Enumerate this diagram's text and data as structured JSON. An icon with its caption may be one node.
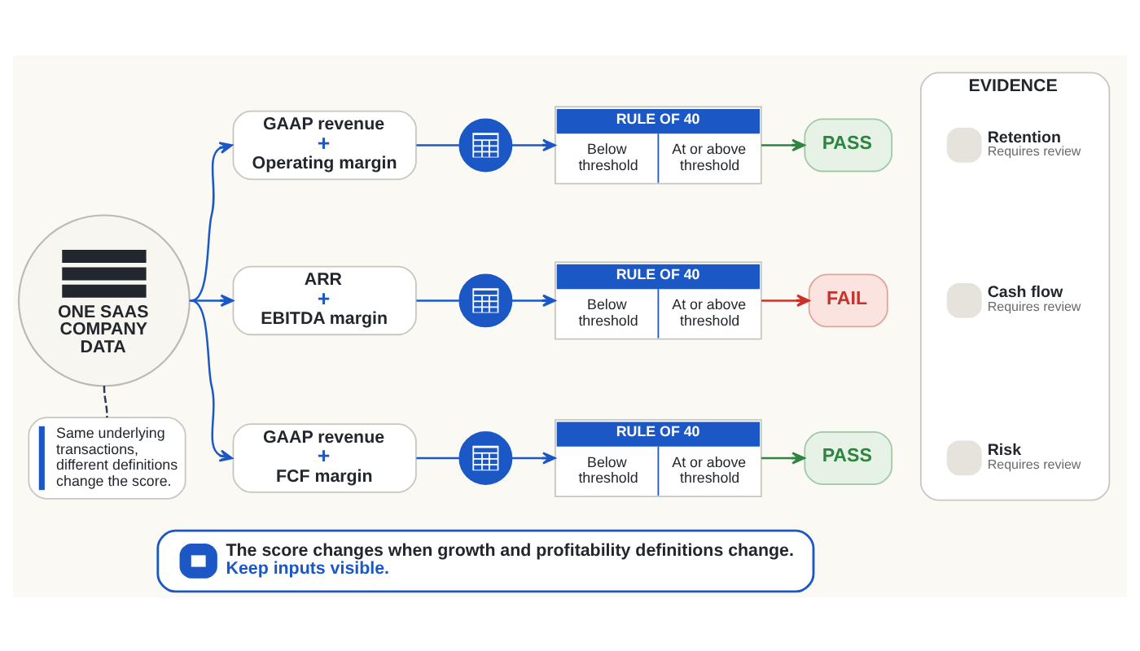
{
  "diagram": {
    "nodes": [
      {
        "text": [
          "ONE SAAS COMPANY DATA"
        ]
      },
      {
        "text": [
          "Same underlying transactions, different definitions change the score."
        ]
      },
      {
        "text": [
          "GAAP revenue",
          "+",
          "Operating margin"
        ]
      },
      {
        "text": [],
        "shape": "circle"
      },
      {
        "text": [
          "RULE OF 40",
          "Below threshold",
          "At or above threshold"
        ]
      },
      {
        "text": [
          "PASS"
        ]
      },
      {
        "text": [
          "ARR",
          "+",
          "EBITDA margin"
        ]
      },
      {
        "text": [],
        "shape": "circle"
      },
      {
        "text": [
          "RULE OF 40",
          "Below threshold",
          "At or above threshold"
        ]
      },
      {
        "text": [
          "FAIL"
        ]
      },
      {
        "text": [
          "GAAP revenue",
          "+",
          "FCF margin"
        ]
      },
      {
        "text": [],
        "shape": "circle"
      },
      {
        "text": [
          "RULE OF 40",
          "Below threshold",
          "At or above threshold"
        ]
      },
      {
        "text": [
          "PASS"
        ]
      },
      {
        "text": [
          "EVIDENCE"
        ]
      },
      {
        "text": [
          "Retention",
          "Requires review"
        ],
        "in": 14
      },
      {
        "text": [
          "Cash flow",
          "Requires review"
        ],
        "in": 14
      },
      {
        "text": [
          "Risk",
          "Requires review"
        ],
        "in": 14
      },
      {
        "text": [
          "The score changes when growth and profitability definitions change.",
          "Keep inputs visible."
        ]
      }
    ],
    "edges": [
      {
        "from": 0,
        "to": 2,
        "arrow": "to"
      },
      {
        "from": 0,
        "to": 6,
        "arrow": "to"
      },
      {
        "from": 0,
        "to": 10,
        "arrow": "to"
      },
      {
        "from": 0,
        "to": 1,
        "arrow": "none",
        "style": "dashed",
        "color": "#2f3b52"
      },
      {
        "from": 2,
        "to": 3,
        "arrow": "none"
      },
      {
        "from": 3,
        "to": 4,
        "arrow": "to"
      },
      {
        "from": 4,
        "to": 5,
        "arrow": "to",
        "color": "#2e8540"
      },
      {
        "from": 6,
        "to": 7,
        "arrow": "none"
      },
      {
        "from": 7,
        "to": 8,
        "arrow": "to"
      },
      {
        "from": 8,
        "to": 9,
        "arrow": "to",
        "color": "#c8322b"
      },
      {
        "from": 10,
        "to": 11,
        "arrow": "none"
      },
      {
        "from": 11,
        "to": 12,
        "arrow": "to"
      },
      {
        "from": 12,
        "to": 13,
        "arrow": "to",
        "color": "#2e8540"
      }
    ]
  }
}
